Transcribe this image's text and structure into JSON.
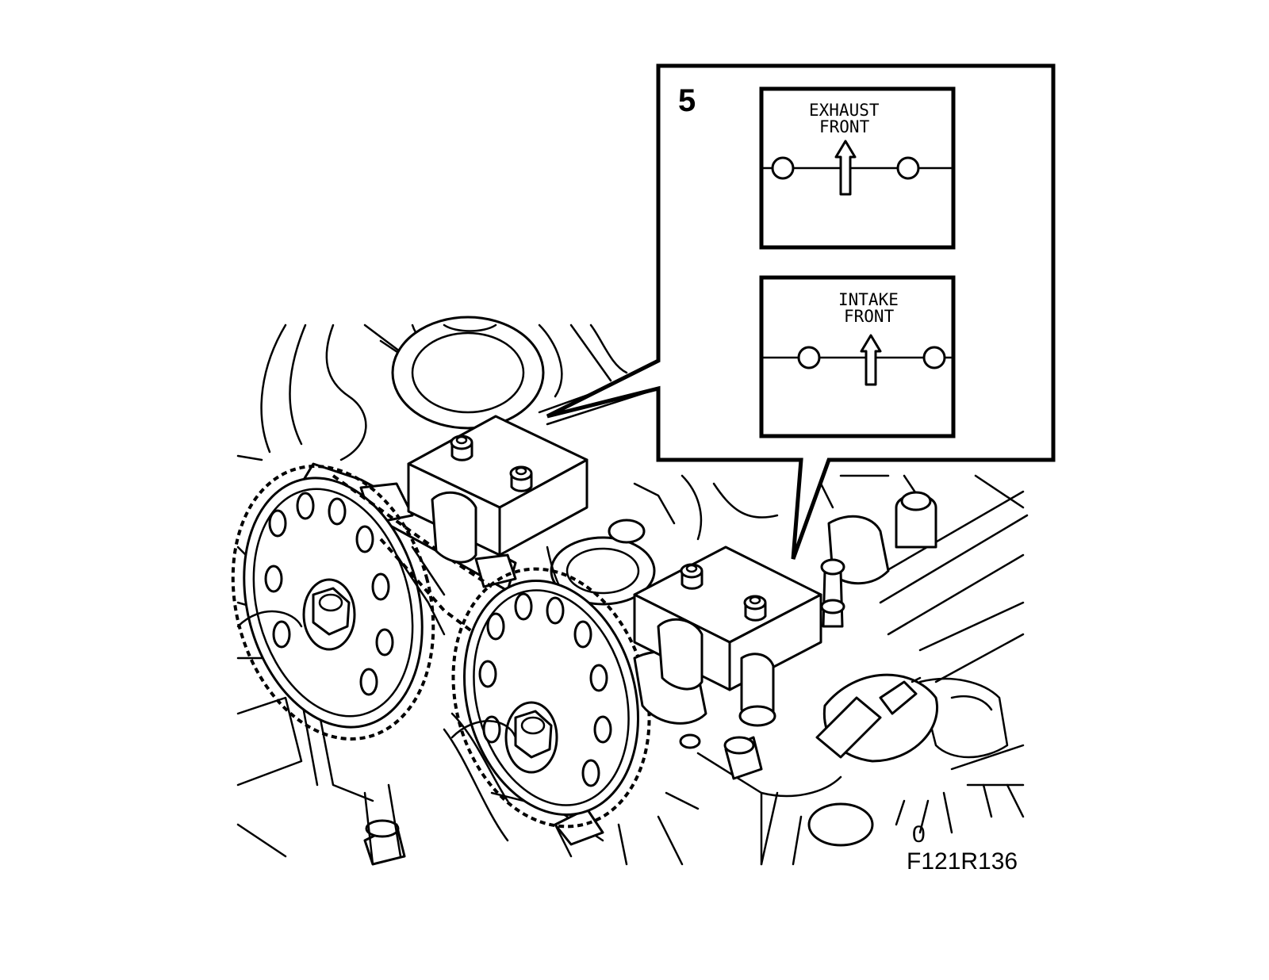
{
  "figure": {
    "step_number": "5",
    "exhaust_label_line1": "EXHAUST",
    "exhaust_label_line2": "FRONT",
    "intake_label_line1": "INTAKE",
    "intake_label_line2": "FRONT",
    "figure_code": "F121R136",
    "mark_text": "0"
  }
}
